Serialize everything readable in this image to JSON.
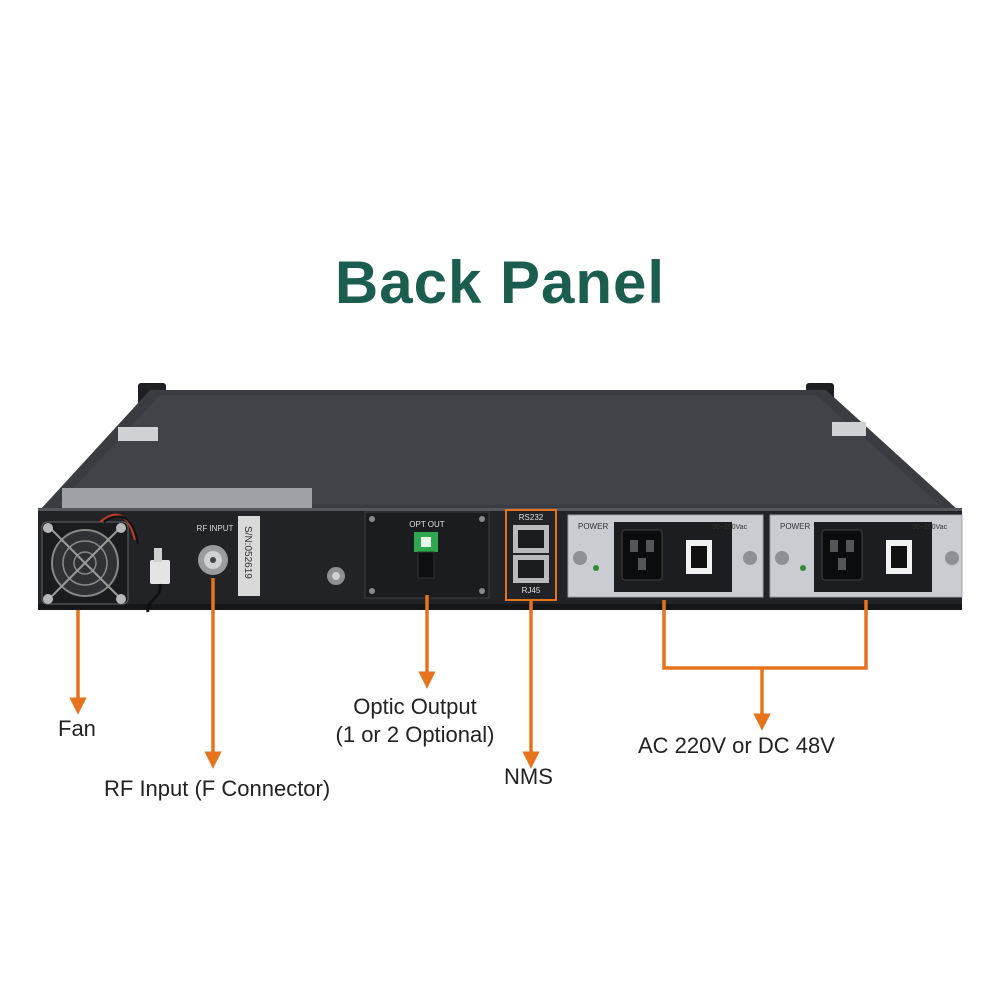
{
  "title": "Back Panel",
  "panel": {
    "rf_input_label": "RF INPUT",
    "serial": "S/N:052619",
    "opt_out_label": "OPT OUT",
    "rs232_label": "RS232",
    "rj45_label": "RJ45",
    "psu1_power_label": "POWER",
    "psu1_voltage_label": "90~250Vac",
    "psu2_power_label": "POWER",
    "psu2_voltage_label": "90~250Vac"
  },
  "callouts": {
    "fan": "Fan",
    "rf_input": "RF Input (F Connector)",
    "optic_output_line1": "Optic Output",
    "optic_output_line2": "(1 or 2 Optional)",
    "nms": "NMS",
    "power": "AC 220V or DC 48V"
  },
  "colors": {
    "title": "#1b5e4f",
    "arrow": "#e8731e",
    "chassis": "#2b2d31",
    "psu_plate": "#c9ccd1"
  }
}
